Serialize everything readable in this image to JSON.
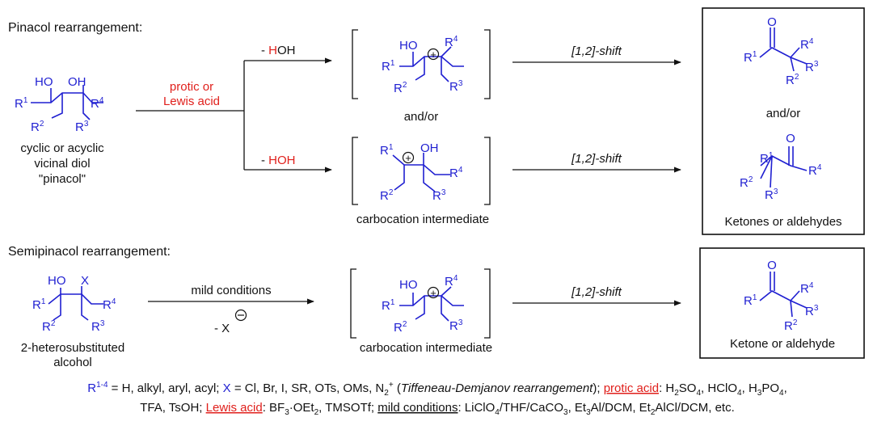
{
  "headings": {
    "pinacol": "Pinacol rearrangement:",
    "semipinacol": "Semipinacol rearrangement:"
  },
  "pinacol_diol": {
    "ho_left": "HO",
    "oh_right": "OH",
    "r1": "R",
    "r1_sup": "1",
    "r2": "R",
    "r2_sup": "2",
    "r3": "R",
    "r3_sup": "3",
    "r4": "R",
    "r4_sup": "4",
    "caption_line1": "cyclic or acyclic",
    "caption_line2": "vicinal diol",
    "caption_line3": "\"pinacol\""
  },
  "conditions": {
    "acid_line1": "protic or",
    "acid_line2": "Lewis acid",
    "minus_hoh_top_dash": "- ",
    "minus_hoh_top_h": "H",
    "minus_hoh_top_oh": "OH",
    "minus_hoh_bottom_dash": "- ",
    "minus_hoh_bottom_hoh": "HOH",
    "shift_label": "[1,2]-shift",
    "mild": "mild conditions",
    "minus_x_dash": "- X"
  },
  "intermediate_top": {
    "ho": "HO",
    "plus": "+",
    "r1": "R",
    "r1_sup": "1",
    "r2": "R",
    "r2_sup": "2",
    "r3": "R",
    "r3_sup": "3",
    "r4": "R",
    "r4_sup": "4",
    "caption": "and/or"
  },
  "intermediate_bottom": {
    "oh": "OH",
    "plus": "+",
    "r1": "R",
    "r1_sup": "1",
    "r2": "R",
    "r2_sup": "2",
    "r3": "R",
    "r3_sup": "3",
    "r4": "R",
    "r4_sup": "4",
    "caption": "carbocation intermediate"
  },
  "product_box_top": {
    "o1": "O",
    "p1_r1": "R",
    "p1_r1_sup": "1",
    "p1_r2": "R",
    "p1_r2_sup": "2",
    "p1_r3": "R",
    "p1_r3_sup": "3",
    "p1_r4": "R",
    "p1_r4_sup": "4",
    "andor": "and/or",
    "o2": "O",
    "p2_r1": "R",
    "p2_r1_sup": "1",
    "p2_r2": "R",
    "p2_r2_sup": "2",
    "p2_r3": "R",
    "p2_r3_sup": "3",
    "p2_r4": "R",
    "p2_r4_sup": "4",
    "caption": "Ketones or aldehydes"
  },
  "semipinacol_sm": {
    "ho": "HO",
    "x": "X",
    "r1": "R",
    "r1_sup": "1",
    "r2": "R",
    "r2_sup": "2",
    "r3": "R",
    "r3_sup": "3",
    "r4": "R",
    "r4_sup": "4",
    "caption_line1": "2-heterosubstituted",
    "caption_line2": "alcohol"
  },
  "intermediate_semi": {
    "ho": "HO",
    "plus": "+",
    "r1": "R",
    "r1_sup": "1",
    "r2": "R",
    "r2_sup": "2",
    "r3": "R",
    "r3_sup": "3",
    "r4": "R",
    "r4_sup": "4",
    "caption": "carbocation intermediate"
  },
  "product_box_bottom": {
    "o": "O",
    "r1": "R",
    "r1_sup": "1",
    "r2": "R",
    "r2_sup": "2",
    "r3": "R",
    "r3_sup": "3",
    "r4": "R",
    "r4_sup": "4",
    "caption": "Ketone or aldehyde"
  },
  "footnote": {
    "r_label": "R",
    "r_sup": "1-4",
    "t1": " = H, alkyl, aryl, acyl; ",
    "x_label": "X",
    "t2": " = Cl, Br, I, SR, OTs, OMs, N",
    "n2_sub": "2",
    "n2_sup": "+",
    "t3": " (",
    "tiffeneau": "Tiffeneau-Demjanov rearrangement",
    "t4": "); ",
    "protic_label": "protic acid",
    "t5": ": H",
    "h2so4_sub": "2",
    "t6": "SO",
    "so4_sub": "4",
    "t7": ", HClO",
    "hclo4_sub": "4",
    "t8": ", H",
    "h3po4_sub": "3",
    "t9": "PO",
    "po4_sub": "4",
    "t10": ",",
    "line2_t1": "TFA, TsOH; ",
    "lewis_label": "Lewis acid",
    "line2_t2": ": BF",
    "bf3_sub": "3",
    "line2_t3": "·OEt",
    "oet2_sub": "2",
    "line2_t4": ", TMSOTf; ",
    "mild_label": "mild conditions",
    "line2_t5": ": LiClO",
    "liclo4_sub": "4",
    "line2_t6": "/THF/CaCO",
    "caco3_sub": "3",
    "line2_t7": ", Et",
    "et3_sub": "3",
    "line2_t8": "Al/DCM, Et",
    "et2_sub": "2",
    "line2_t9": "AlCl/DCM, etc."
  }
}
